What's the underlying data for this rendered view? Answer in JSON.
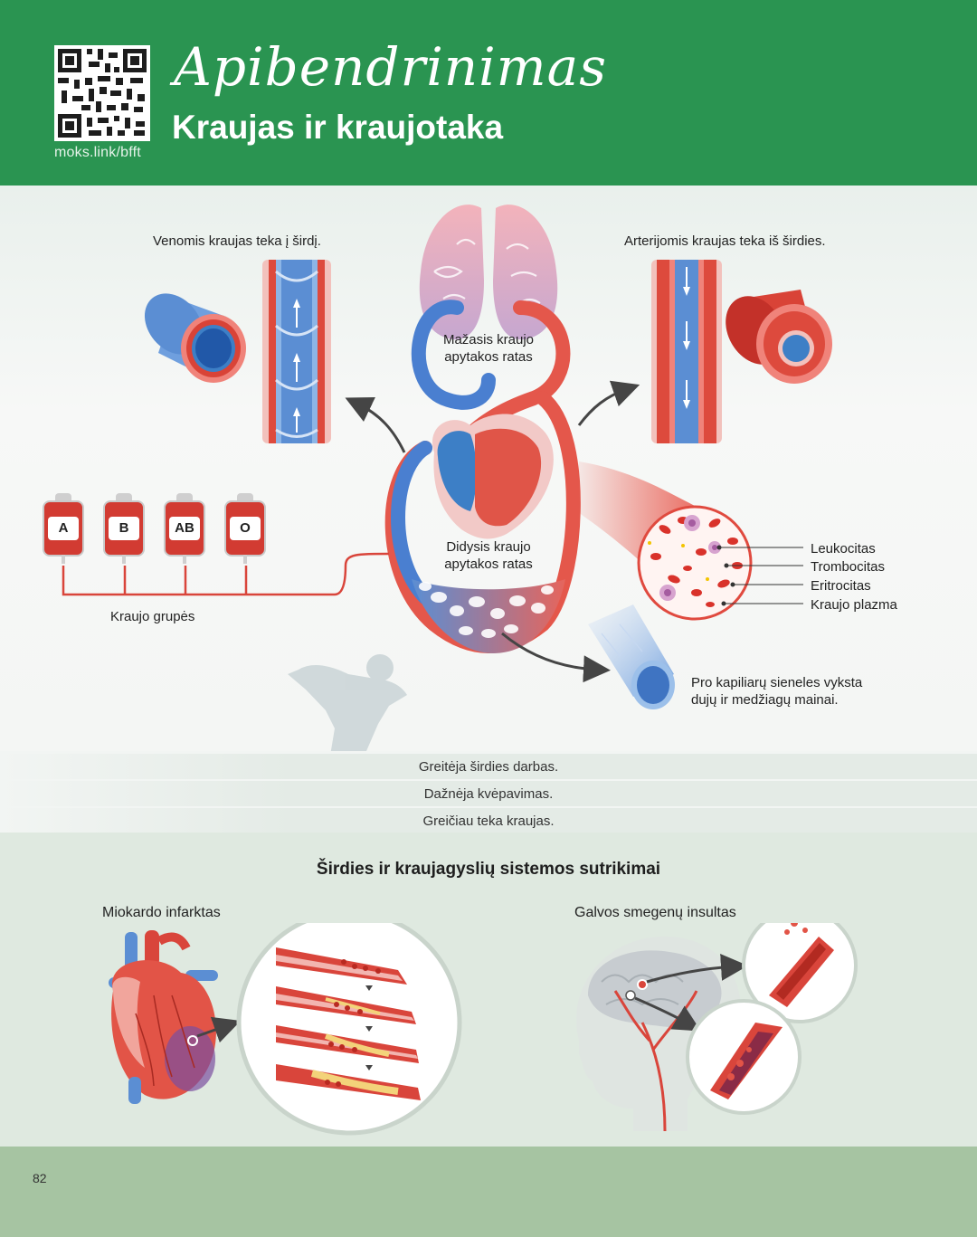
{
  "header": {
    "qr_link": "moks.link/bfft",
    "title": "Apibendrinimas",
    "subtitle": "Kraujas ir kraujotaka"
  },
  "veins_label": "Venomis kraujas teka į širdį.",
  "arteries_label": "Arterijomis kraujas teka iš širdies.",
  "pulmonary_label": [
    "Mažasis kraujo",
    "apytakos ratas"
  ],
  "systemic_label": [
    "Didysis kraujo",
    "apytakos ratas"
  ],
  "blood_groups": {
    "items": [
      "A",
      "B",
      "AB",
      "O"
    ],
    "caption": "Kraujo grupės"
  },
  "blood_components": [
    "Leukocitas",
    "Trombocitas",
    "Eritrocitas",
    "Kraujo plazma"
  ],
  "capillary_label": [
    "Pro kapiliarų sieneles vyksta",
    "dujų ir medžiagų mainai."
  ],
  "exercise_effects": [
    "Greitėja širdies darbas.",
    "Dažnėja kvėpavimas.",
    "Greičiau teka kraujas."
  ],
  "disorders": {
    "title": "Širdies ir kraujagyslių sistemos sutrikimai",
    "heart_attack": "Miokardo infarktas",
    "stroke": "Galvos smegenų insultas"
  },
  "page_number": "82",
  "colors": {
    "header_green": "#2a9451",
    "artery_red": "#d9453b",
    "vein_blue": "#3d7fc6",
    "footer_green": "#a6c4a2"
  }
}
